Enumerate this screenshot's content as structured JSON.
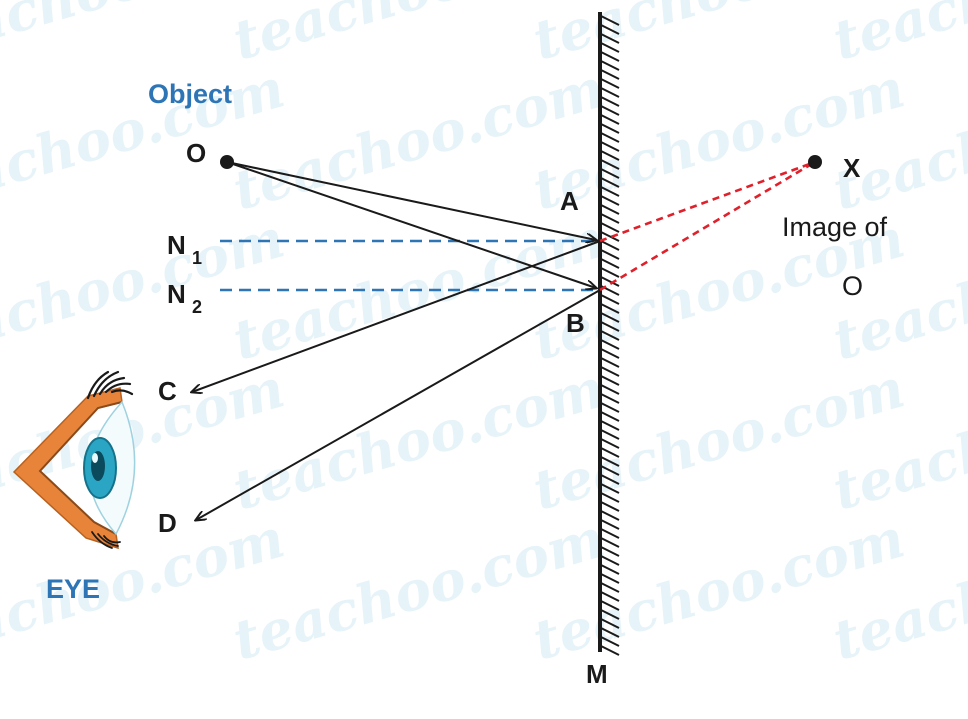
{
  "watermark": "teachoo.com",
  "labels": {
    "object": "Object",
    "o": "O",
    "x": "X",
    "image_line1": "Image of",
    "image_line2": "O",
    "a": "A",
    "b": "B",
    "n1_letter": "N",
    "n1_sub": "1",
    "n2_letter": "N",
    "n2_sub": "2",
    "c": "C",
    "d": "D",
    "eye": "EYE",
    "m": "M"
  },
  "colors": {
    "ray": "#1a1a1a",
    "normal": "#2e75b6",
    "virtual_ray": "#e0202a",
    "label_blue": "#2e75b6",
    "eyelid": "#e8843a",
    "iris": "#2aa6c4"
  },
  "icons": {
    "eye": "eye-icon",
    "mirror_hatching": "mirror-hatch-icon"
  }
}
